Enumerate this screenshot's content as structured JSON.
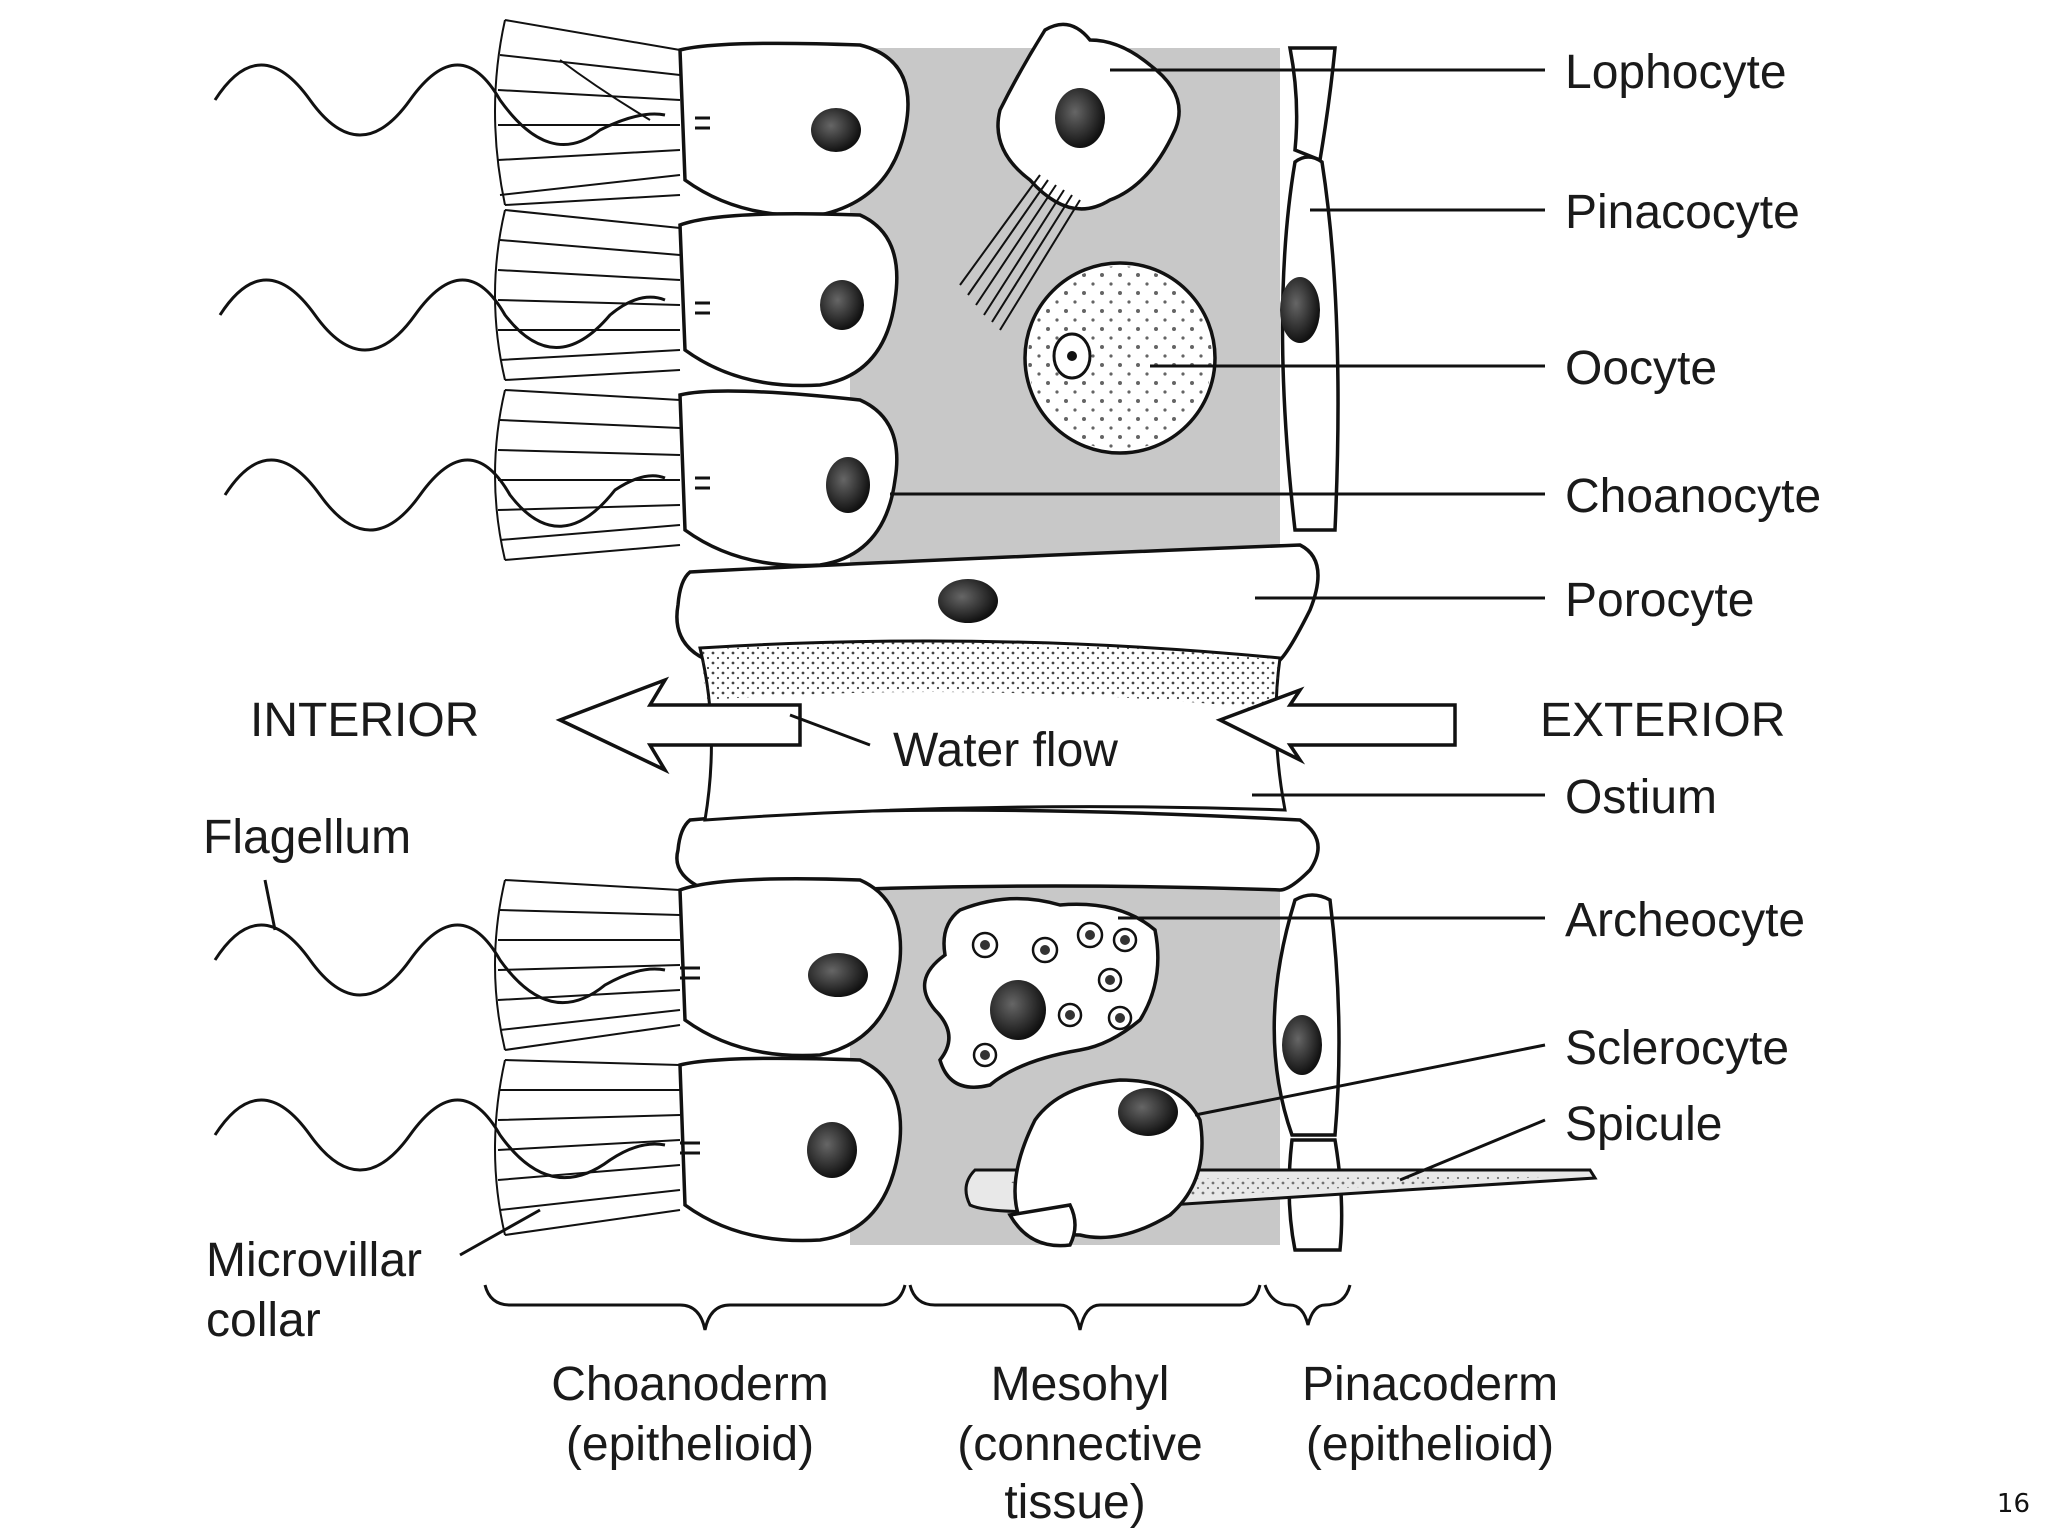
{
  "labels": {
    "lophocyte": "Lophocyte",
    "pinacocyte": "Pinacocyte",
    "oocyte": "Oocyte",
    "choanocyte": "Choanocyte",
    "porocyte": "Porocyte",
    "exterior": "EXTERIOR",
    "interior": "INTERIOR",
    "water_flow": "Water flow",
    "ostium": "Ostium",
    "flagellum": "Flagellum",
    "archeocyte": "Archeocyte",
    "sclerocyte": "Sclerocyte",
    "spicule": "Spicule",
    "microvillar_line1": "Microvillar",
    "microvillar_line2": "collar"
  },
  "layers": {
    "choanoderm_line1": "Choanoderm",
    "choanoderm_line2": "(epithelioid)",
    "mesohyl_line1": "Mesohyl",
    "mesohyl_line2": "(connective",
    "mesohyl_line3": "tissue)",
    "pinacoderm_line1": "Pinacoderm",
    "pinacoderm_line2": "(epithelioid)"
  },
  "page_number": "16",
  "colors": {
    "mesohyl_fill": "#c8c8c8",
    "ink": "#111111"
  }
}
